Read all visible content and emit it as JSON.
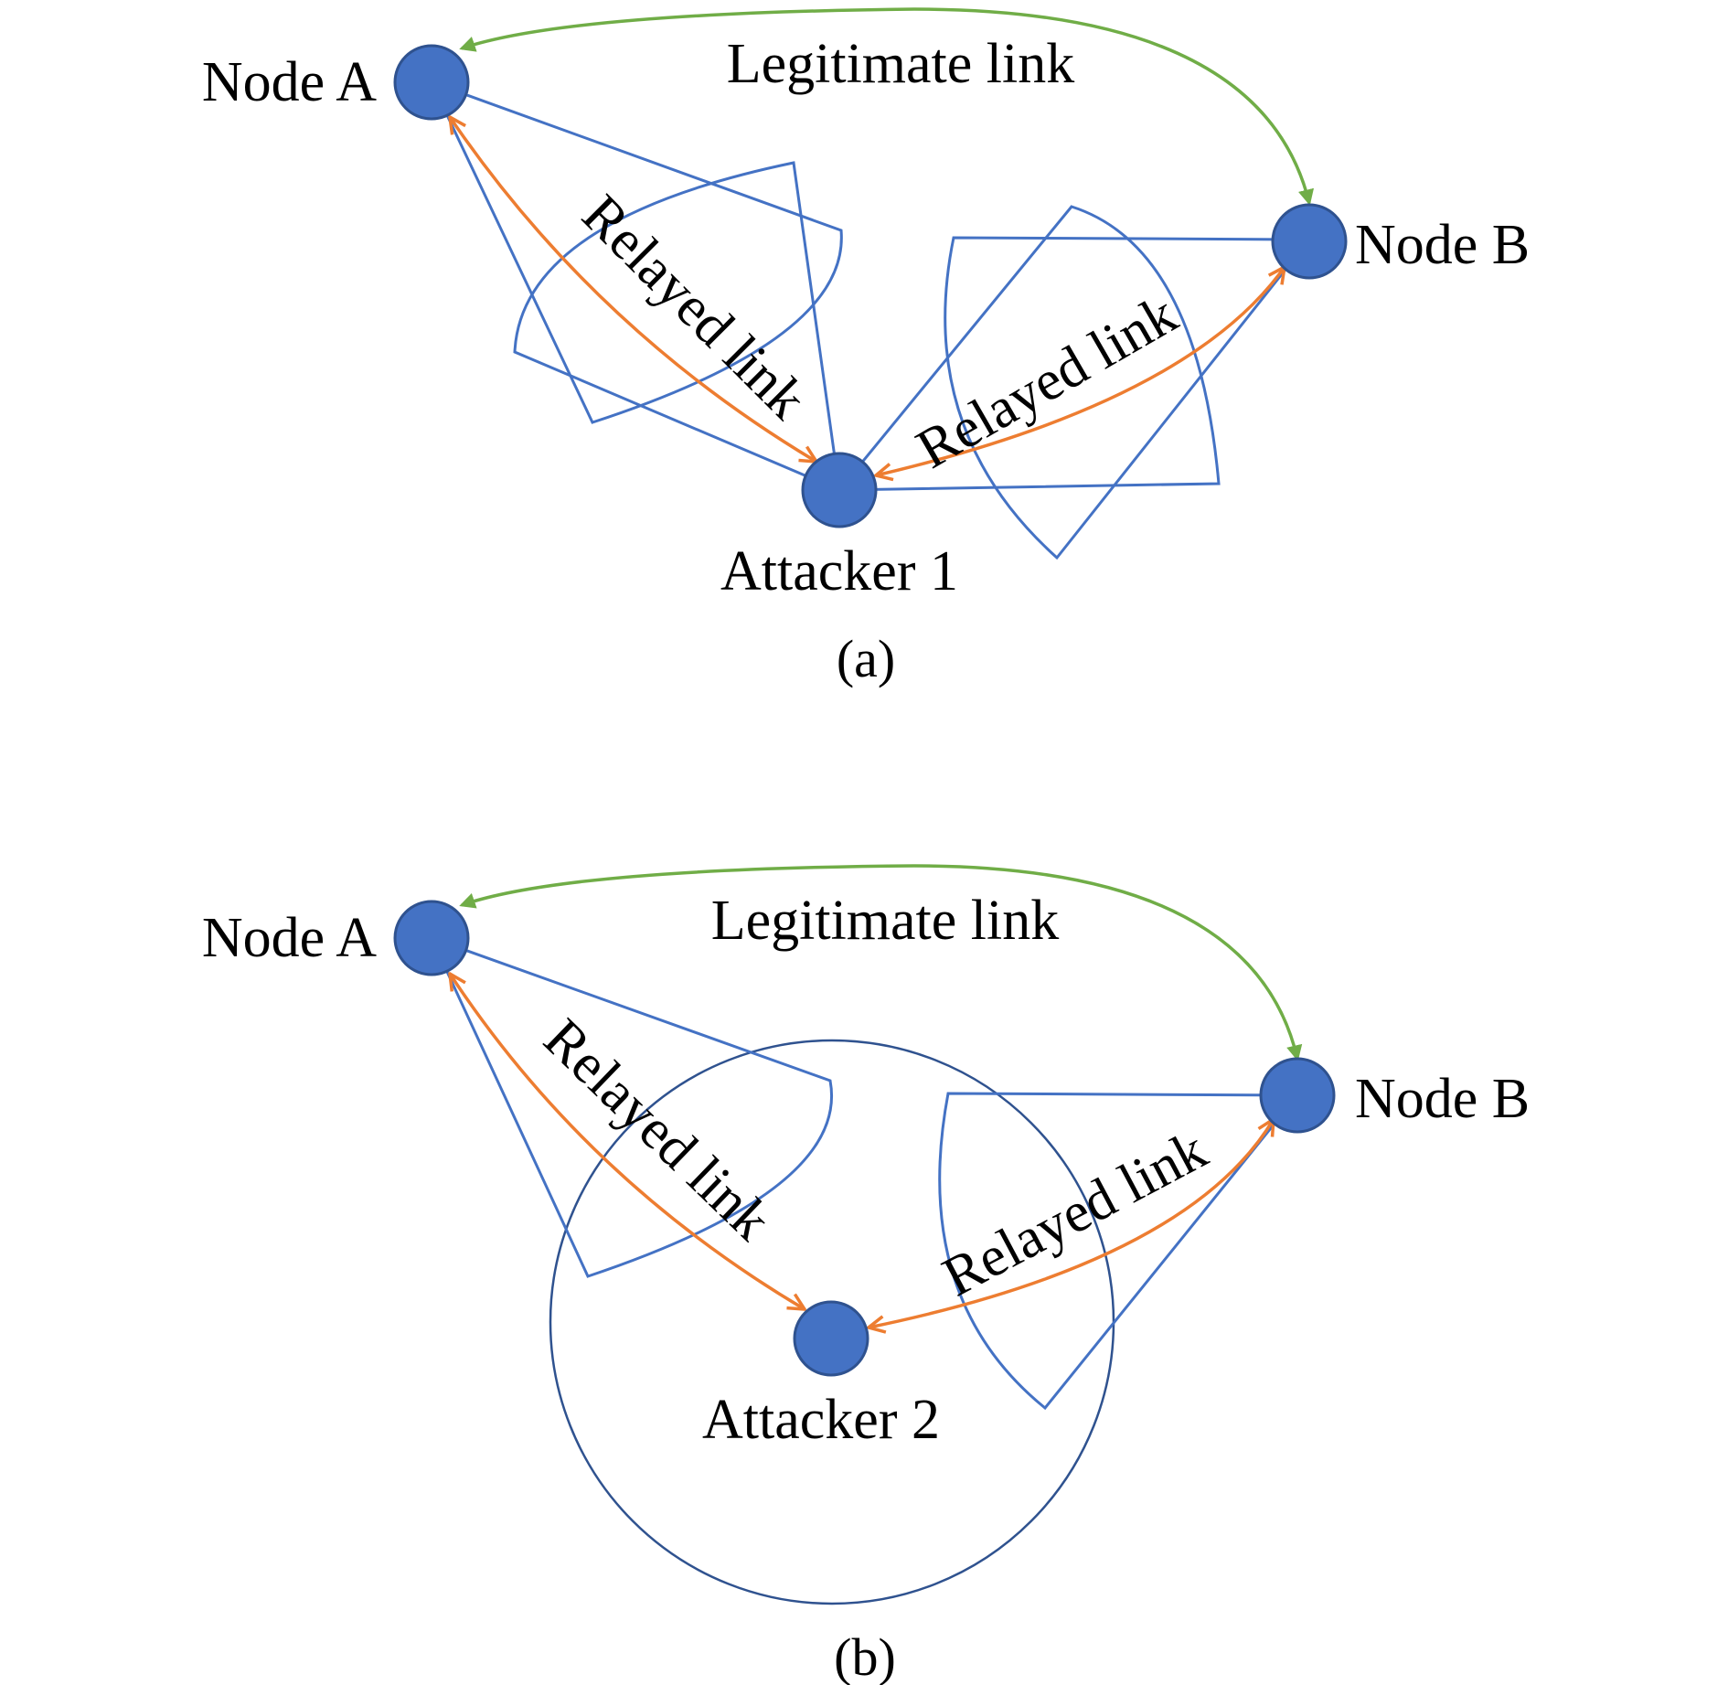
{
  "colors": {
    "node_fill": "#4472C4",
    "node_stroke": "#2F528F",
    "beam": "#4472C4",
    "legitimate_link": "#70AD47",
    "relayed_link": "#ED7D31",
    "text": "#000000"
  },
  "panels": [
    {
      "caption": "(a)",
      "nodes": {
        "node_a": "Node A",
        "node_b": "Node B",
        "attacker": "Attacker 1"
      },
      "links": {
        "legitimate": "Legitimate link",
        "relayed_a": "Relayed link",
        "relayed_b": "Relayed link"
      },
      "attacker_antenna": "directional"
    },
    {
      "caption": "(b)",
      "nodes": {
        "node_a": "Node A",
        "node_b": "Node B",
        "attacker": "Attacker 2"
      },
      "links": {
        "legitimate": "Legitimate link",
        "relayed_a": "Relayed link",
        "relayed_b": "Relayed link"
      },
      "attacker_antenna": "omnidirectional"
    }
  ]
}
